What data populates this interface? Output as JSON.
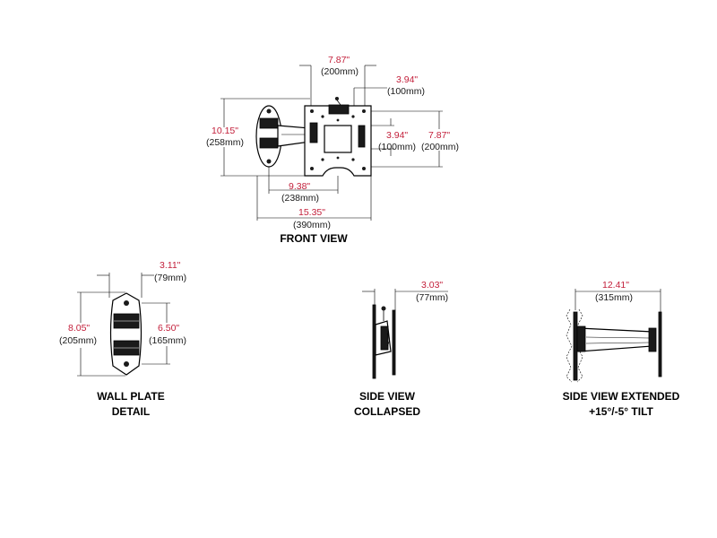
{
  "colors": {
    "dimension_inch": "#c3203b",
    "dimension_mm": "#1a1a1a",
    "line": "#000000"
  },
  "front_view": {
    "title": "FRONT VIEW",
    "dims": {
      "top_width_in": "7.87\"",
      "top_width_mm": "(200mm)",
      "top_small_in": "3.94\"",
      "top_small_mm": "(100mm)",
      "left_height_in": "10.15\"",
      "left_height_mm": "(258mm)",
      "inner_height_in": "3.94\"",
      "inner_height_mm": "(100mm)",
      "right_height_in": "7.87\"",
      "right_height_mm": "(200mm)",
      "mid_width_in": "9.38\"",
      "mid_width_mm": "(238mm)",
      "total_width_in": "15.35\"",
      "total_width_mm": "(390mm)"
    }
  },
  "wall_plate": {
    "title_line1": "WALL PLATE",
    "title_line2": "DETAIL",
    "dims": {
      "width_in": "3.11\"",
      "width_mm": "(79mm)",
      "height_in": "8.05\"",
      "height_mm": "(205mm)",
      "hole_span_in": "6.50\"",
      "hole_span_mm": "(165mm)"
    }
  },
  "side_collapsed": {
    "title_line1": "SIDE VIEW",
    "title_line2": "COLLAPSED",
    "dims": {
      "depth_in": "3.03\"",
      "depth_mm": "(77mm)"
    }
  },
  "side_extended": {
    "title_line1": "SIDE VIEW EXTENDED",
    "title_line2": "+15°/-5° TILT",
    "dims": {
      "extension_in": "12.41\"",
      "extension_mm": "(315mm)"
    }
  }
}
